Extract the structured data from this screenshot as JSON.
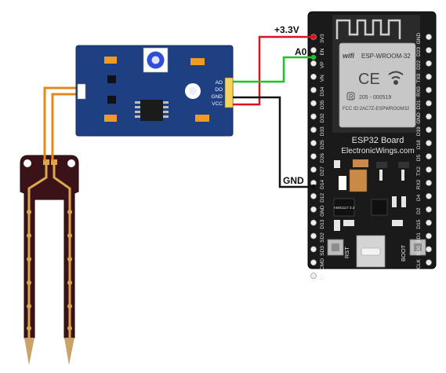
{
  "colors": {
    "background": "#ffffff",
    "module_board": "#1e3f82",
    "esp_board": "#1a1a1a",
    "wire_vcc": "#d9141b",
    "wire_ao": "#1fc22c",
    "wire_gnd": "#111111",
    "wire_probe": "#e2891b",
    "probe": "#3a1218",
    "probe_gold": "#d9a84f"
  },
  "sensor_module": {
    "pins": [
      "AO",
      "DO",
      "GND",
      "VCC"
    ]
  },
  "wires": {
    "vcc_label": "+3.3V",
    "ao_label": "A0",
    "gnd_label": "GND"
  },
  "esp32": {
    "title_line1": "ESP32 Board",
    "title_line2": "ElectronicWings.com",
    "module": {
      "name": "ESP-WROOM-32",
      "logo": "wifi",
      "ce_mark": "CE",
      "reg_number": "205 - 000519",
      "fcc": "FCC ID:2AC7Z-ESPWROOM32",
      "r_symbol": "R"
    },
    "left_pins": [
      "3V3",
      "EN",
      "VP",
      "VN",
      "D34",
      "D35",
      "D32",
      "D33",
      "D25",
      "D26",
      "D27",
      "D14",
      "D12",
      "GND",
      "D13",
      "SD2",
      "SD3",
      "CMD",
      "5V"
    ],
    "right_pins": [
      "GND",
      "D23",
      "D22",
      "TX0",
      "RX0",
      "D21",
      "GND",
      "D19",
      "D18",
      "D5",
      "TX2",
      "RX2",
      "D4",
      "D2",
      "D15",
      "SD1",
      "SD0",
      "CLK"
    ],
    "buttons": [
      "RST",
      "BOOT"
    ],
    "regulator_text": "AMS1117 3.3"
  }
}
